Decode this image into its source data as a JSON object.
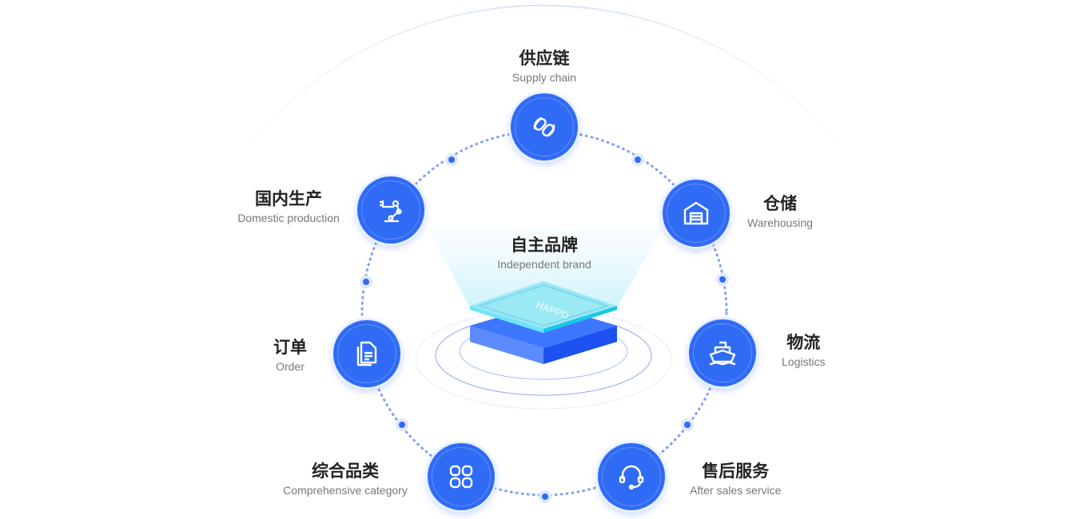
{
  "center": {
    "zh": "自主品牌",
    "en": "Independent brand",
    "logo": "HAPPO"
  },
  "nodes": [
    {
      "id": "supply",
      "zh": "供应链",
      "en": "Supply chain",
      "icon": "link-icon"
    },
    {
      "id": "warehousing",
      "zh": "仓储",
      "en": "Warehousing",
      "icon": "warehouse-icon"
    },
    {
      "id": "logistics",
      "zh": "物流",
      "en": "Logistics",
      "icon": "ship-icon"
    },
    {
      "id": "aftersales",
      "zh": "售后服务",
      "en": "After sales service",
      "icon": "headset-icon"
    },
    {
      "id": "category",
      "zh": "综合品类",
      "en": "Comprehensive category",
      "icon": "grid-icon"
    },
    {
      "id": "order",
      "zh": "订单",
      "en": "Order",
      "icon": "document-icon"
    },
    {
      "id": "domestic",
      "zh": "国内生产",
      "en": "Domestic production",
      "icon": "robot-arm-icon"
    }
  ],
  "colors": {
    "primary": "#2f6bf5",
    "cyan": "#5fe0f5"
  }
}
